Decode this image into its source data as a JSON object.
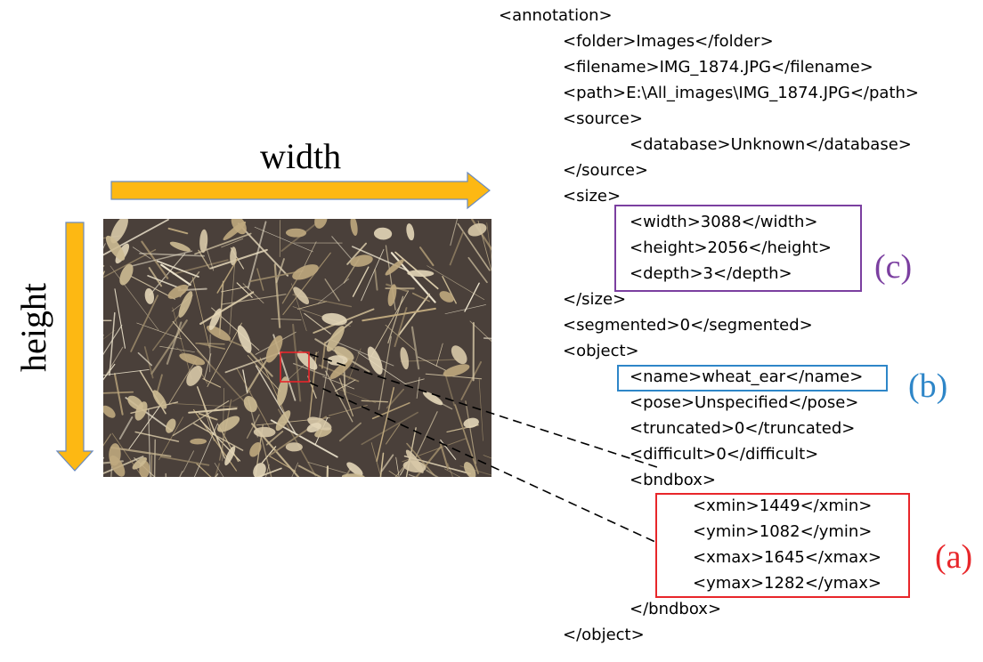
{
  "labels": {
    "width": "width",
    "height": "height",
    "a": "(a)",
    "b": "(b)",
    "c": "(c)"
  },
  "xml_lines": [
    "<annotation>",
    "<folder>Images</folder>",
    "<filename>IMG_1874.JPG</filename>",
    "<path>E:\\All_images\\IMG_1874.JPG</path>",
    "<source>",
    "<database>Unknown</database>",
    "</source>",
    "<size>",
    "<width>3088</width>",
    "<height>2056</height>",
    "<depth>3</depth>",
    "</size>",
    "<segmented>0</segmented>",
    "<object>",
    "<name>wheat_ear</name>",
    "<pose>Unspecified</pose>",
    "<truncated>0</truncated>",
    "<difficult>0</difficult>",
    "<bndbox>",
    "<xmin>1449</xmin>",
    "<ymin>1082</ymin>",
    "<xmax>1645</xmax>",
    "<ymax>1282</ymax>",
    "</bndbox>",
    "</object>"
  ],
  "colors": {
    "arrow": "#FDB813",
    "arrow_edge": "#6A8BC0",
    "box_a": "#E8262A",
    "box_b": "#2E86C8",
    "box_c": "#7B3FA0",
    "photo_soil": "#4A403A",
    "photo_straw": "#D8C9A8"
  }
}
